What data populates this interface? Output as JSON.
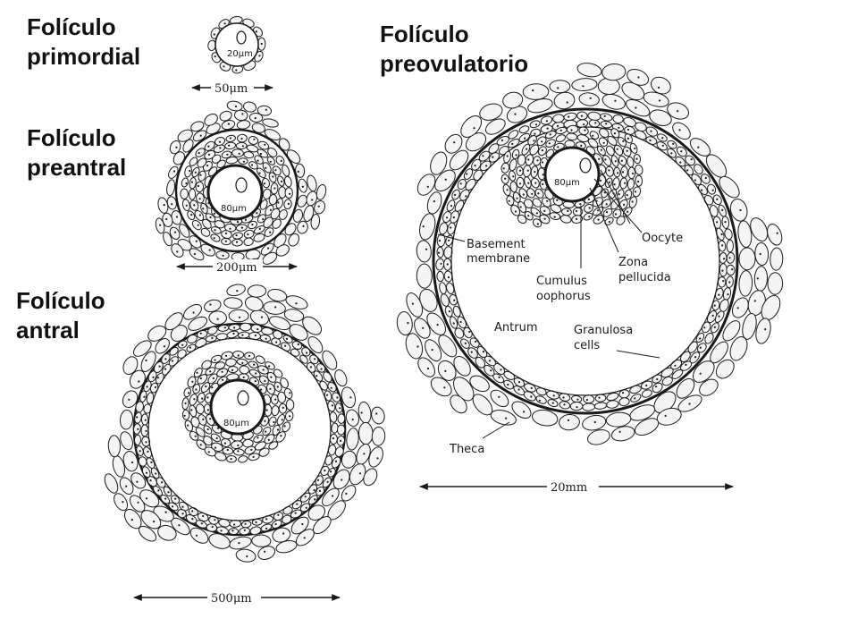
{
  "stages": {
    "primordial": {
      "line1": "Folículo",
      "line2": "primordial",
      "oocyte_size": "20μm",
      "follicle_size": "50μm"
    },
    "preantral": {
      "line1": "Folículo",
      "line2": "preantral",
      "oocyte_size": "80μm",
      "follicle_size": "200μm"
    },
    "antral": {
      "line1": "Folículo",
      "line2": "antral",
      "oocyte_size": "80μm",
      "follicle_size": "500μm"
    },
    "preovulatory": {
      "line1": "Folículo",
      "line2": "preovulatorio",
      "oocyte_size": "80μm",
      "follicle_size": "20mm"
    }
  },
  "structure_labels": {
    "basement_membrane": [
      "Basement",
      "membrane"
    ],
    "oocyte": "Oocyte",
    "zona_pellucida": [
      "Zona",
      "pellucida"
    ],
    "cumulus_oophorus": [
      "Cumulus",
      "oophorus"
    ],
    "antrum": "Antrum",
    "granulosa_cells": [
      "Granulosa",
      "cells"
    ],
    "theca": "Theca"
  },
  "colors": {
    "ink": "#1a1a1a",
    "cell_fill": "#f4f4f4",
    "background": "#ffffff"
  }
}
